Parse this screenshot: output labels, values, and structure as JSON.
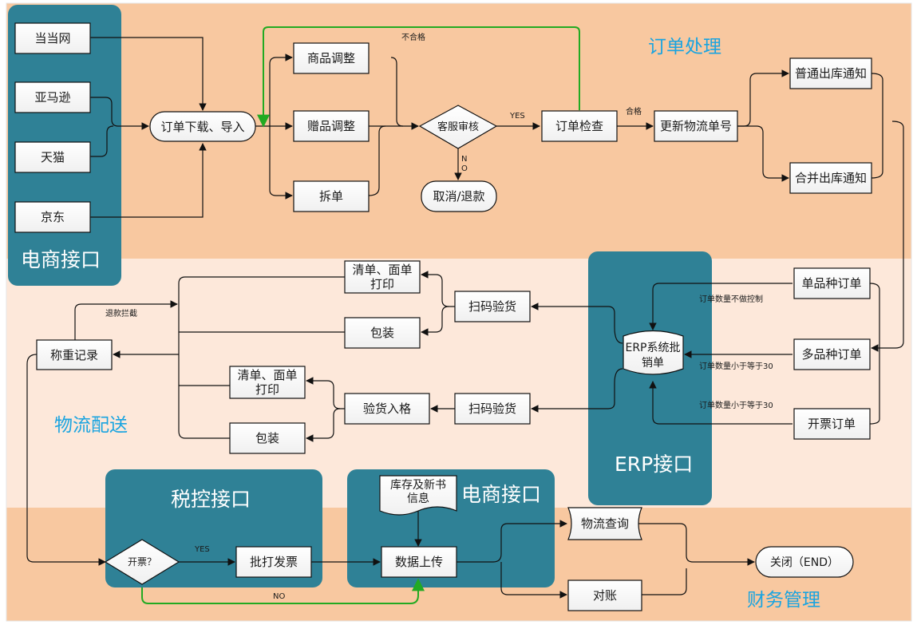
{
  "sections": {
    "order": "订单处理",
    "logistics": "物流配送",
    "finance": "财务管理"
  },
  "panels": {
    "ecom_left": "电商接口",
    "erp": "ERP接口",
    "tax": "税控接口",
    "ecom_bottom": "电商接口"
  },
  "nodes": {
    "dangdang": "当当网",
    "amazon": "亚马逊",
    "tmall": "天猫",
    "jd": "京东",
    "order_download": "订单下载、导入",
    "goods_adjust": "商品调整",
    "gift_adjust": "赠品调整",
    "split": "拆单",
    "cs_review": "客服审核",
    "cancel": "取消/退款",
    "order_check": "订单检查",
    "update_logistics": "更新物流单号",
    "normal_notice": "普通出库通知",
    "merge_notice": "合并出库通知",
    "single_order": "单品种订单",
    "multi_order": "多品种订单",
    "invoice_order": "开票订单",
    "erp_batch_l1": "ERP系统批",
    "erp_batch_l2": "销单",
    "scan1": "扫码验货",
    "scan2": "扫码验货",
    "print1_l1": "清单、面单",
    "print1_l2": "打印",
    "pack1": "包装",
    "check_ok": "验货入格",
    "print2_l1": "清单、面单",
    "print2_l2": "打印",
    "pack2": "包装",
    "weigh": "称重记录",
    "invoice_q": "开票？",
    "print_invoice": "批打发票",
    "stock_l1": "库存及新书",
    "stock_l2": "信息",
    "data_upload": "数据上传",
    "logistics_query": "物流查询",
    "reconcile": "对账",
    "close": "关闭（END）"
  },
  "edge_labels": {
    "fail": "不合格",
    "yes1": "YES",
    "no1": "N\nO",
    "pass": "合格",
    "qty_nocontrol": "订单数量不做控制",
    "qty_le30_a": "订单数量小于等于30",
    "qty_le30_b": "订单数量小于等于30",
    "return_intercept": "退款拦截",
    "yes2": "YES",
    "no2": "NO"
  },
  "colors": {
    "band_top": "#f8c8a0",
    "band_mid": "#fde8da",
    "band_bottom": "#f8c8a0",
    "panel": "#2f8196",
    "flow_green": "#22aa22",
    "section_text": "#1aa4e0"
  }
}
